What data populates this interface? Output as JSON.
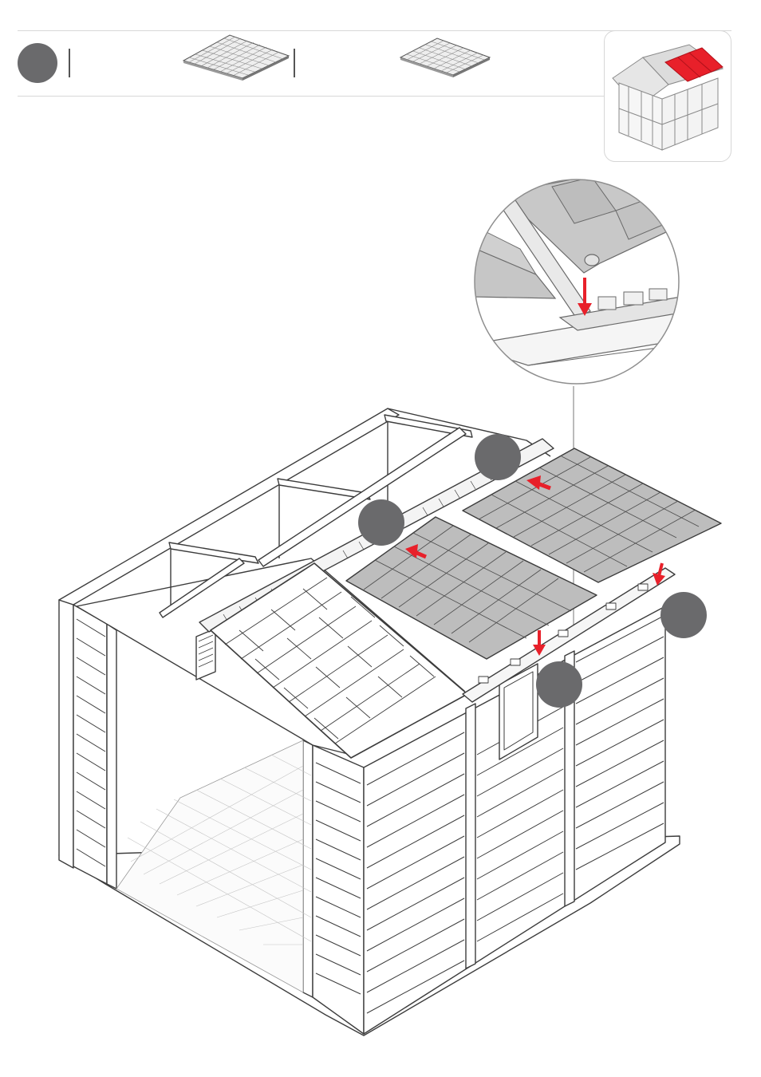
{
  "header": {
    "step_marker_color": "#6a6a6c",
    "parts": [
      {
        "icon": "roof-panel-large-icon",
        "quantity_label": ""
      },
      {
        "icon": "roof-panel-small-icon",
        "quantity_label": ""
      }
    ]
  },
  "overview": {
    "icon": "shed-overview-icon",
    "highlight_color": "#e8202a"
  },
  "detail": {
    "icon": "roof-panel-clip-detail-icon",
    "arrow_color": "#e8202a"
  },
  "main": {
    "illustration": "shed-roof-assembly",
    "arrow_color": "#e8202a",
    "callout_color": "#6a6a6c",
    "callouts": [
      {
        "name": "callout-a",
        "label": ""
      },
      {
        "name": "callout-b",
        "label": ""
      },
      {
        "name": "callout-c",
        "label": ""
      },
      {
        "name": "callout-d",
        "label": ""
      }
    ]
  }
}
